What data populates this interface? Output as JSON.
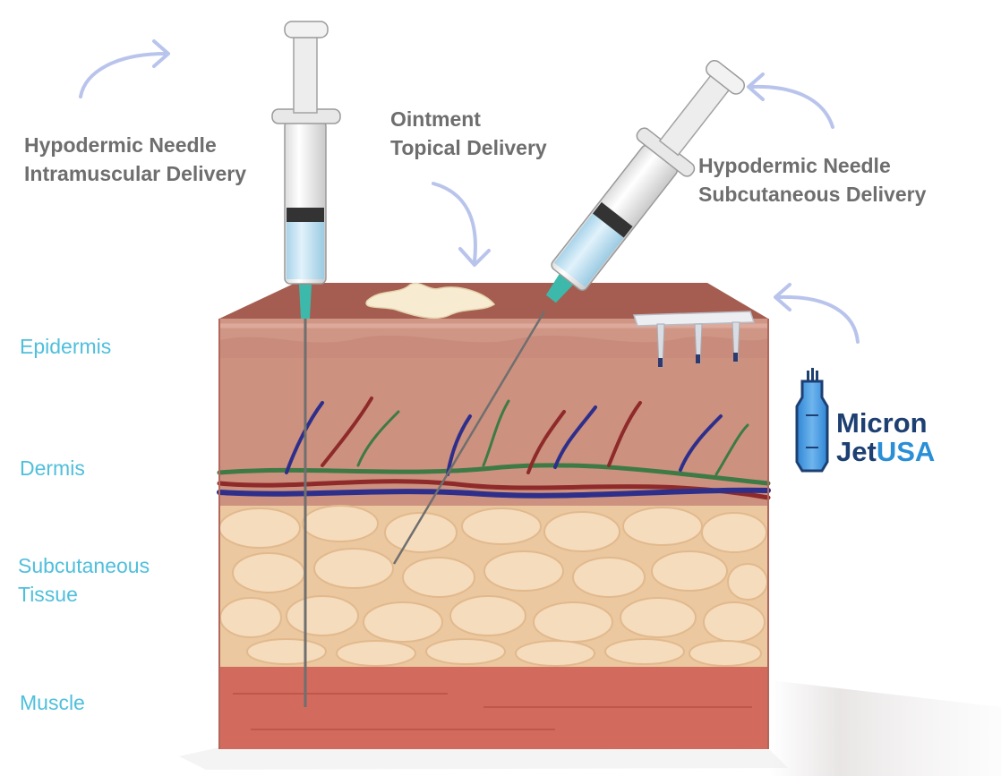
{
  "labels": {
    "im_line1": "Hypodermic Needle",
    "im_line2": "Intramuscular Delivery",
    "topical_line1": "Ointment",
    "topical_line2": "Topical Delivery",
    "sc_line1": "Hypodermic Needle",
    "sc_line2": "Subcutaneous Delivery"
  },
  "layers": {
    "epidermis": "Epidermis",
    "dermis": "Dermis",
    "subcutaneous_line1": "Subcutaneous",
    "subcutaneous_line2": "Tissue",
    "muscle": "Muscle"
  },
  "logo": {
    "word1": "Micron",
    "word2a": "Jet",
    "word2b": "USA",
    "dark_color": "#1d3f72",
    "accent_color": "#2a8fd6"
  },
  "colors": {
    "label_gray": "#6e6e6e",
    "layer_blue": "#4fbfdc",
    "arrow": "#b9c4ec"
  }
}
